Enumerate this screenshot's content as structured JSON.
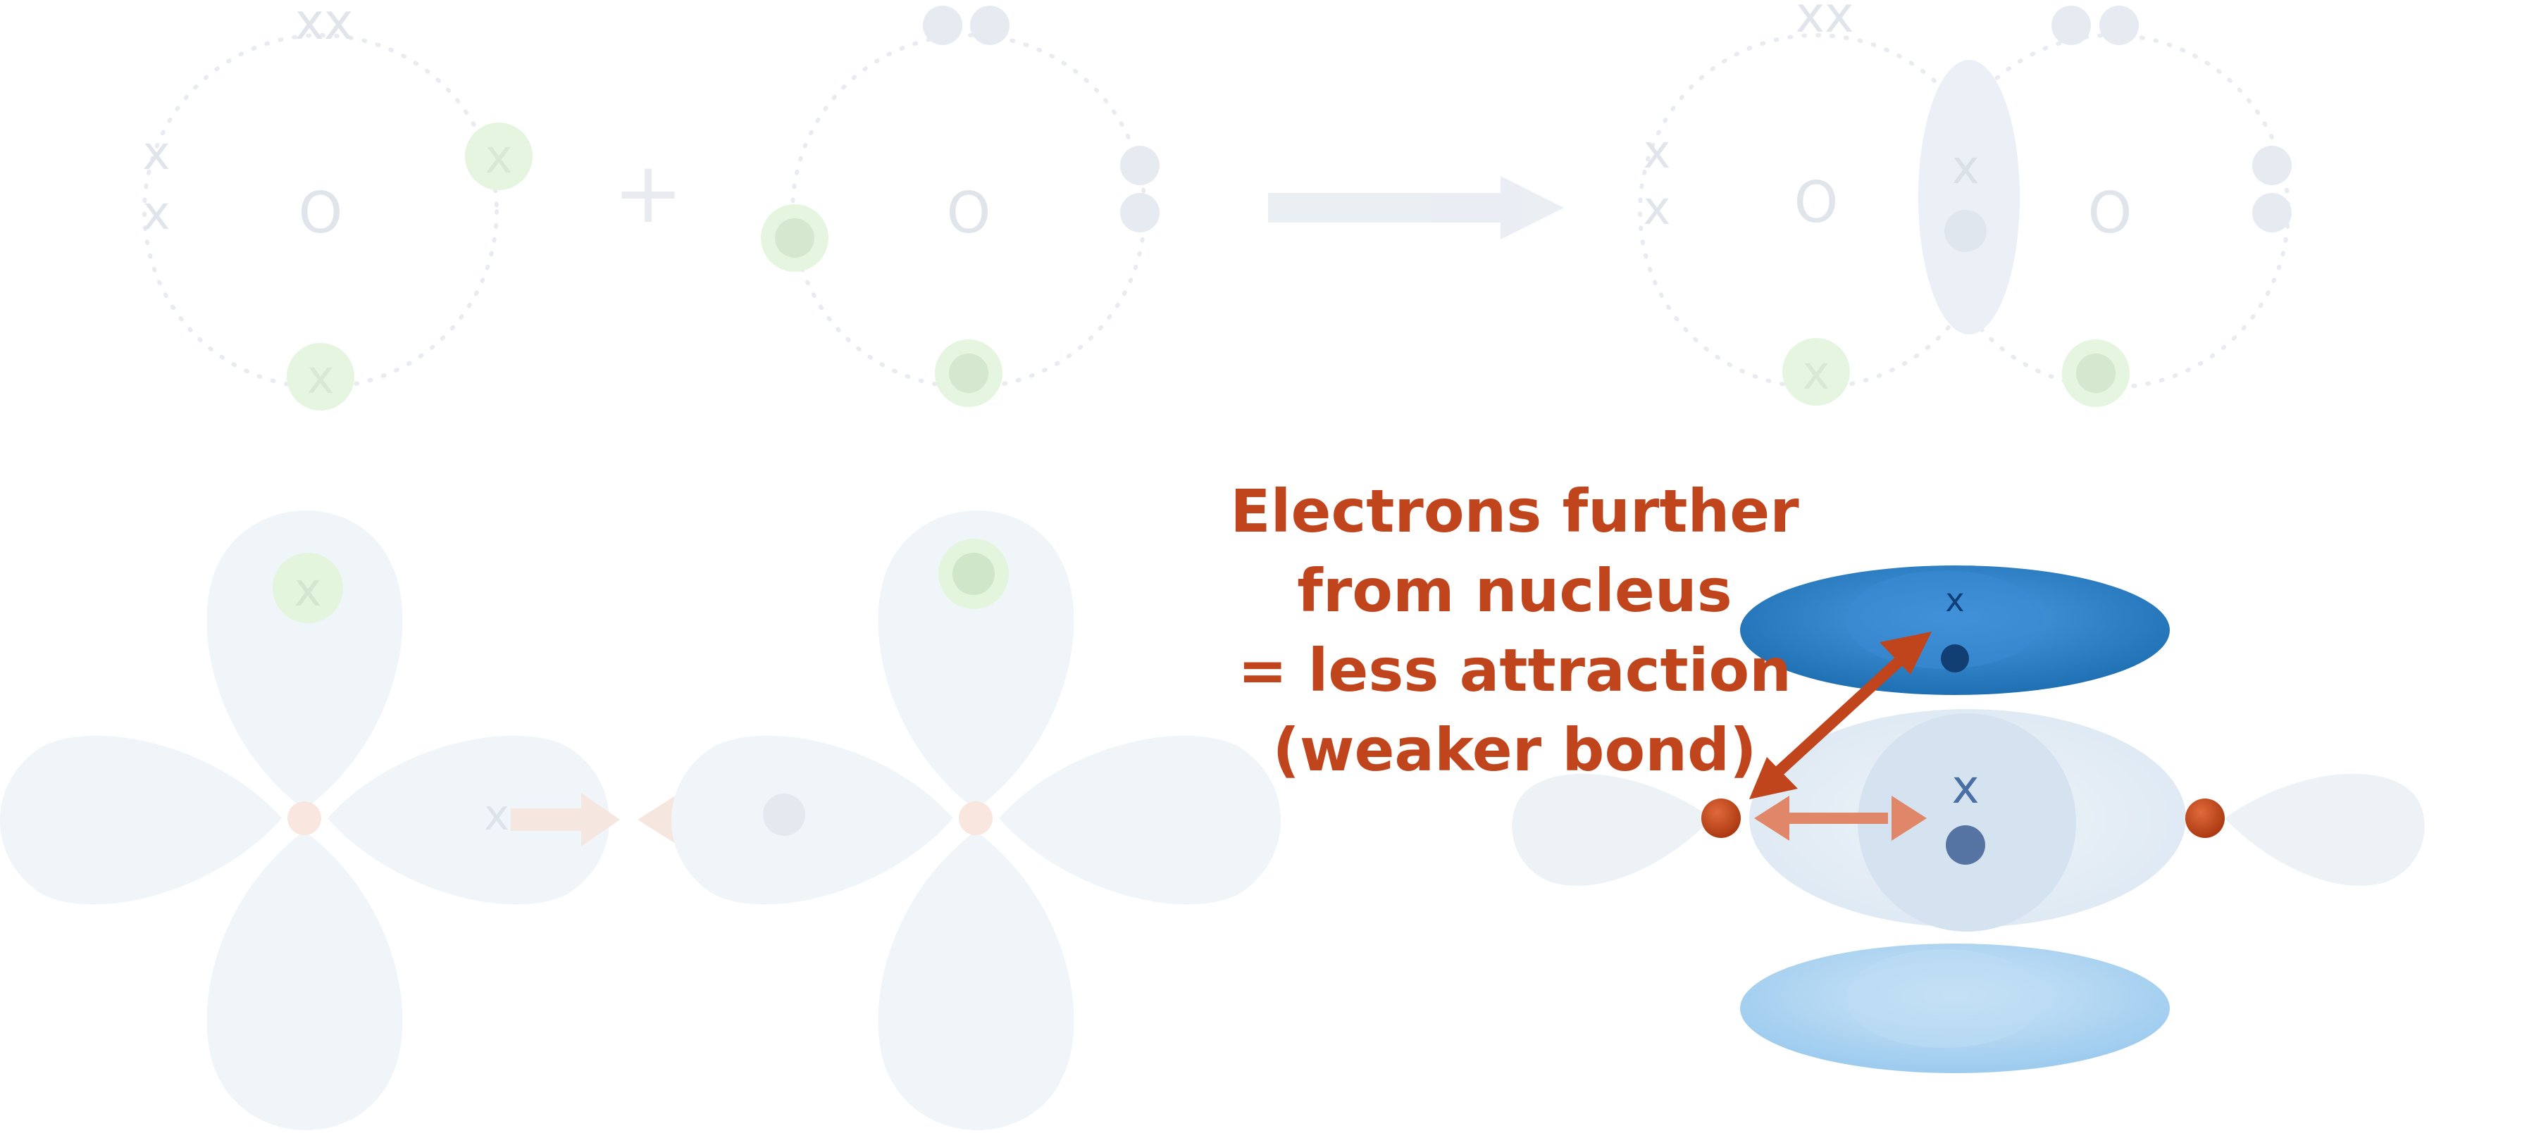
{
  "diagram": {
    "top_row": {
      "atom1": {
        "symbol": "O",
        "pair_top": "xx",
        "pair_left_1": "x",
        "pair_left_2": "x",
        "single_right": "x",
        "single_bottom": "x"
      },
      "plus": "+",
      "atom2": {
        "symbol": "O"
      },
      "product": {
        "left_symbol": "O",
        "right_symbol": "O",
        "pair_top": "xx",
        "pair_left_1": "x",
        "pair_left_2": "x",
        "bond_mark": "x",
        "single_bottom": "x"
      }
    },
    "bottom_left": {
      "label_left_x": "x",
      "label_top_x": "x"
    },
    "bottom_right": {
      "pi_top_label": "x",
      "sigma_label": "x"
    },
    "annotation": {
      "line1": "Electrons further",
      "line2": "from nucleus",
      "line3": "= less attraction",
      "line4": "(weaker bond)"
    }
  },
  "colors": {
    "annotation": "#c0441c",
    "pi_top": "#2d7fc4",
    "pi_bottom": "#a9d3f2",
    "sigma_lobe": "#dfe9f3",
    "nucleus": "#c0441c",
    "faded_text": "#d8dfe8",
    "green_highlight": "#dff3d9",
    "orbital_faded": "#eef4fa"
  }
}
